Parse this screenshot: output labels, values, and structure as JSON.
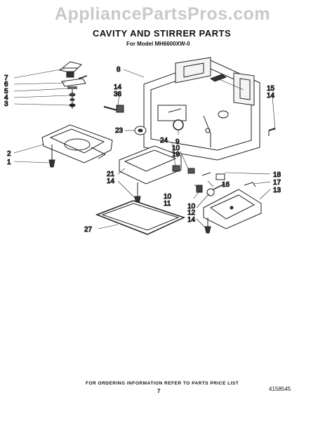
{
  "header": {
    "watermark": "AppliancePartsPros.com",
    "title": "CAVITY AND STIRRER PARTS",
    "subtitle": "For Model MH6600XW-0"
  },
  "diagram": {
    "callouts": [
      {
        "id": "c7",
        "text": "7"
      },
      {
        "id": "c6",
        "text": "6"
      },
      {
        "id": "c5",
        "text": "5"
      },
      {
        "id": "c4",
        "text": "4"
      },
      {
        "id": "c3",
        "text": "3"
      },
      {
        "id": "c8",
        "text": "8"
      },
      {
        "id": "c14a",
        "text": "14"
      },
      {
        "id": "c36",
        "text": "36"
      },
      {
        "id": "c15",
        "text": "15"
      },
      {
        "id": "c14b",
        "text": "14"
      },
      {
        "id": "c23",
        "text": "23"
      },
      {
        "id": "c24",
        "text": "24"
      },
      {
        "id": "c2",
        "text": "2"
      },
      {
        "id": "c1",
        "text": "1"
      },
      {
        "id": "c9",
        "text": "9"
      },
      {
        "id": "c10a",
        "text": "10"
      },
      {
        "id": "c19",
        "text": "19"
      },
      {
        "id": "c21",
        "text": "21"
      },
      {
        "id": "c14c",
        "text": "14"
      },
      {
        "id": "c18",
        "text": "18"
      },
      {
        "id": "c16",
        "text": "16"
      },
      {
        "id": "c17",
        "text": "17"
      },
      {
        "id": "c13",
        "text": "13"
      },
      {
        "id": "c10b",
        "text": "10"
      },
      {
        "id": "c11",
        "text": "11"
      },
      {
        "id": "c10c",
        "text": "10"
      },
      {
        "id": "c12",
        "text": "12"
      },
      {
        "id": "c14d",
        "text": "14"
      },
      {
        "id": "c27",
        "text": "27"
      }
    ]
  },
  "footer": {
    "ordering_note": "FOR ORDERING INFORMATION REFER TO PARTS PRICE LIST",
    "page_number": "7",
    "document_number": "4158545"
  }
}
